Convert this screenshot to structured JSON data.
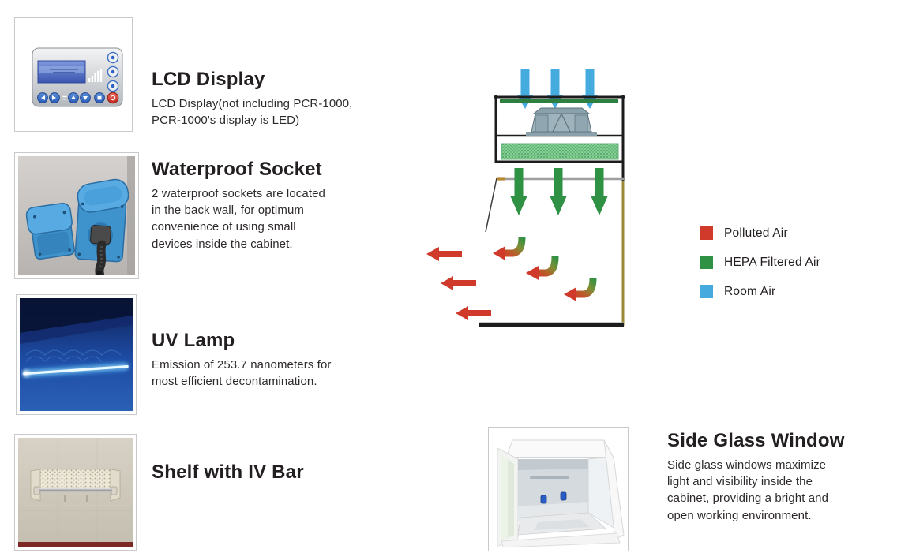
{
  "colors": {
    "polluted": "#cf3a2b",
    "hepa": "#2e9143",
    "room": "#45abdf",
    "heading": "#231f20",
    "body_text": "#2e2a2b",
    "gold_wall": "#9a8a35",
    "outline": "#1c1c1c"
  },
  "features_left": [
    {
      "id": "lcd-display",
      "title": "LCD Display",
      "description": "LCD Display(not including PCR-1000,\nPCR-1000's display is LED)",
      "image": "lcd-control-panel-photo"
    },
    {
      "id": "waterproof-socket",
      "title": "Waterproof Socket",
      "description": "2 waterproof sockets are located\nin the back wall, for optimum\nconvenience of using small\ndevices inside the cabinet.",
      "image": "waterproof-sockets-photo"
    },
    {
      "id": "uv-lamp",
      "title": "UV Lamp",
      "description": "Emission of 253.7 nanometers for\nmost efficient decontamination.",
      "image": "uv-lamp-photo"
    },
    {
      "id": "shelf-with-iv-bar",
      "title": "Shelf with IV Bar",
      "description": "",
      "image": "shelf-photo"
    }
  ],
  "feature_right": {
    "id": "side-glass-window",
    "title": "Side Glass Window",
    "description": "Side glass windows maximize\nlight and visibility inside the\ncabinet, providing a bright and\nopen working environment.",
    "image": "cabinet-photo"
  },
  "diagram": {
    "name": "airflow-diagram",
    "description": "Cross-section of cabinet showing room air drawn in top, HEPA filtered air blown down, polluted air exhausted out the front",
    "legend": [
      {
        "label": "Polluted Air",
        "color": "#cf3a2b"
      },
      {
        "label": "HEPA Filtered Air",
        "color": "#2e9143"
      },
      {
        "label": "Room Air",
        "color": "#45abdf"
      }
    ]
  }
}
